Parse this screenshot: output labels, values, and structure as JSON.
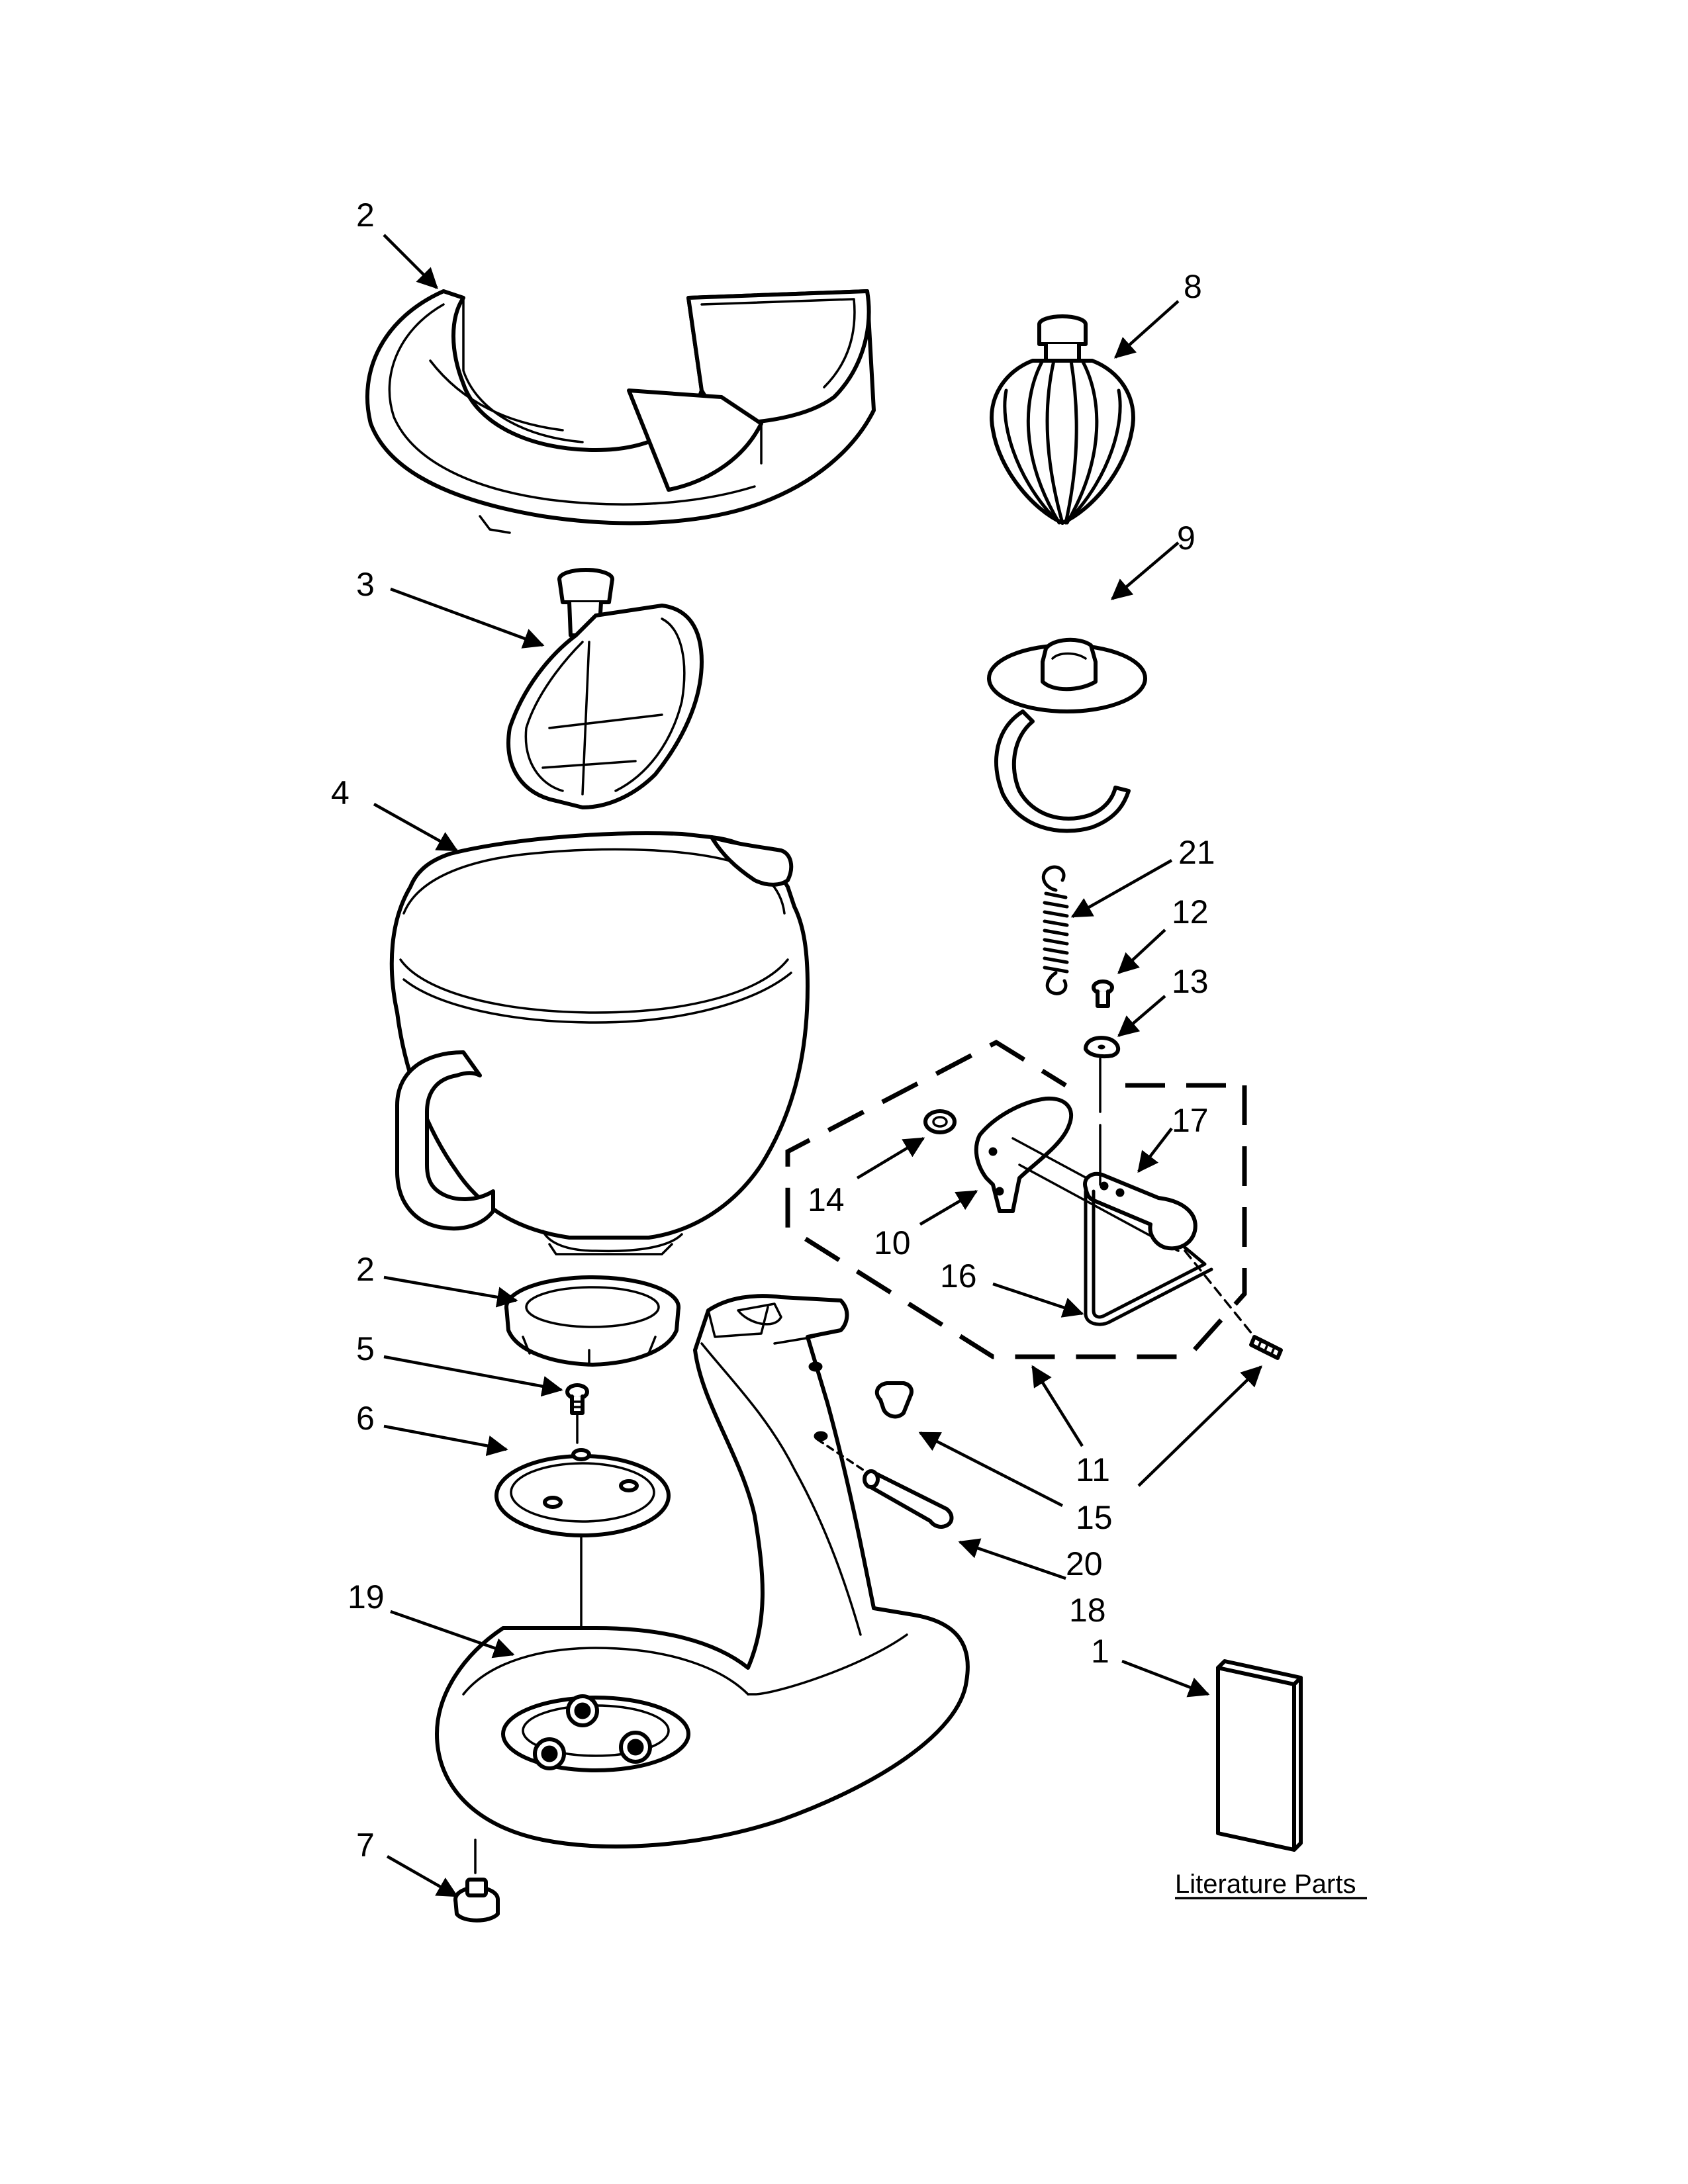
{
  "callouts": {
    "c2_top": "2",
    "c8": "8",
    "c3": "3",
    "c9": "9",
    "c4": "4",
    "c21": "21",
    "c12": "12",
    "c13": "13",
    "c17": "17",
    "c14": "14",
    "c10": "10",
    "c16": "16",
    "c2_lower": "2",
    "c5": "5",
    "c11": "11",
    "c6": "6",
    "c15": "15",
    "c20": "20",
    "c18": "18",
    "c19": "19",
    "c1": "1",
    "c7": "7"
  },
  "captions": {
    "literature": "Literature Parts"
  },
  "colors": {
    "line": "#000000",
    "background": "#ffffff"
  }
}
